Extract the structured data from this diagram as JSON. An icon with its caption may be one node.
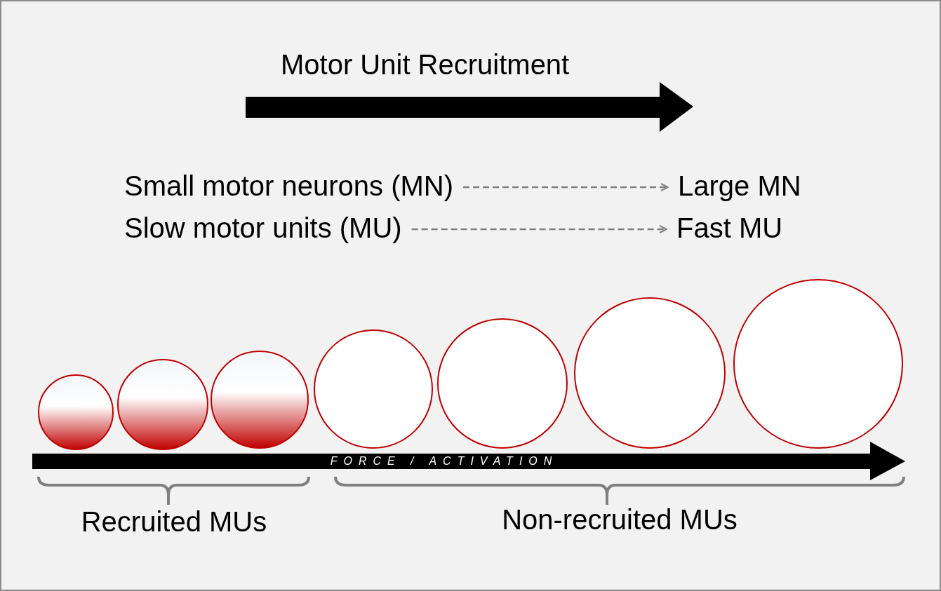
{
  "diagram": {
    "title": "Motor Unit Recruitment",
    "nodes": [
      {
        "text": [
          "Small motor neurons (MN)"
        ]
      },
      {
        "text": [
          "Large MN"
        ]
      },
      {
        "text": [
          "Slow motor units (MU)"
        ]
      },
      {
        "text": [
          "Fast MU"
        ]
      },
      {
        "text": [],
        "shape": "circle"
      },
      {
        "text": [],
        "shape": "circle"
      },
      {
        "text": [],
        "shape": "circle"
      },
      {
        "text": [],
        "shape": "circle"
      },
      {
        "text": [],
        "shape": "circle"
      },
      {
        "text": [],
        "shape": "circle"
      },
      {
        "text": [],
        "shape": "circle"
      }
    ],
    "edges": [
      {
        "from": 0,
        "to": 1,
        "arrow": "to",
        "style": "dashed"
      },
      {
        "from": 2,
        "to": 3,
        "arrow": "to",
        "style": "dashed"
      }
    ],
    "labels": [
      "FORCE / ACTIVATION",
      "Recruited MUs",
      "Non-recruited MUs"
    ]
  }
}
